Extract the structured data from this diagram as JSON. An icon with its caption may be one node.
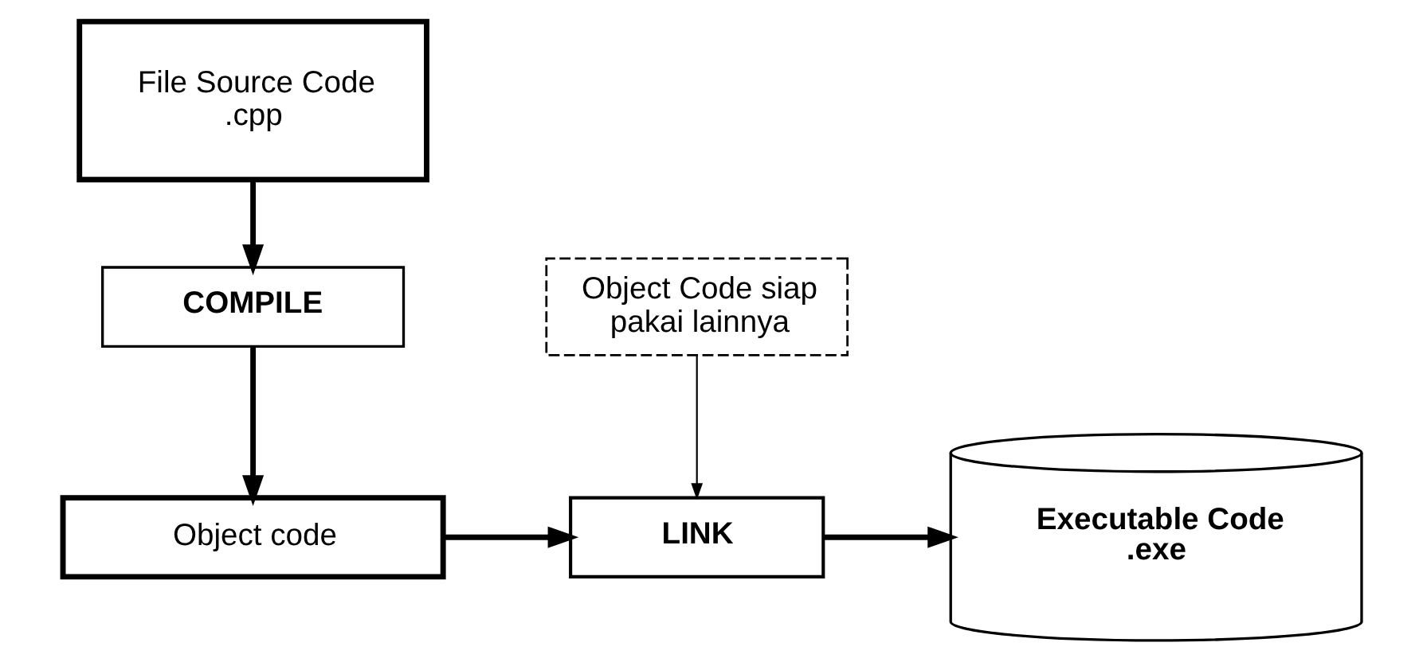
{
  "diagram": {
    "nodes": [
      {
        "text": [
          "File Source Code",
          ".cpp"
        ]
      },
      {
        "text": [
          "COMPILE"
        ]
      },
      {
        "text": [
          "Object code"
        ]
      },
      {
        "text": [
          "Object Code siap pakai lainnya"
        ]
      },
      {
        "text": [
          "LINK"
        ]
      },
      {
        "text": [
          "Executable Code",
          ".exe"
        ]
      }
    ],
    "edges": [
      {
        "from": 0,
        "to": 1,
        "arrow": "to"
      },
      {
        "from": 1,
        "to": 2,
        "arrow": "to"
      },
      {
        "from": 2,
        "to": 4,
        "arrow": "to"
      },
      {
        "from": 3,
        "to": 4,
        "arrow": "to"
      },
      {
        "from": 4,
        "to": 5,
        "arrow": "to"
      }
    ]
  }
}
